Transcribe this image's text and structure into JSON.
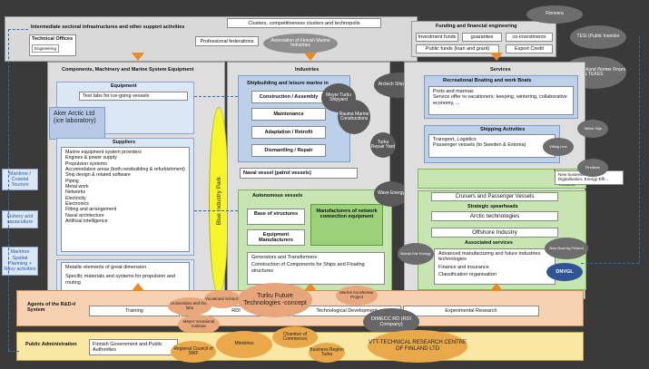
{
  "top": {
    "intermediate": "Intermediate sectoral infrastructures and other support activities",
    "clusters": "Clusters, competitiveness clusters and technopolis",
    "tech_offices": "Technical Offices",
    "engineering": "Engineering",
    "prof_fed": "Professional federations",
    "assoc_finnish": "Association of Finnish Marine Industries"
  },
  "funding": {
    "title": "Funding and financial engineering",
    "investment": "Investment funds",
    "guarantee": "guarantee",
    "coinvest": "co-investments",
    "public": "Public funds  (loan and grant)",
    "export": "Export Credit",
    "finnvera": "Finnvera",
    "tesi": "TESI (Public Investor",
    "business_fin": "Business Finland /former Finpro & TEKES"
  },
  "components": {
    "title": "Components, Machinery and Marine System Equipment",
    "equipment": "Equipment",
    "test_labs": "Test labs for ice-going vessels",
    "aker": "Aker Arctic Ltd (ice laboratory)",
    "suppliers": "Suppliers",
    "supplier_items": [
      "Marine equipment system providers",
      "Engines & power supply",
      "Propulsion systems",
      "Accomodation areas (both newbuilding & refurbishment)",
      "Ship design & related software",
      "Piping",
      "Metal work",
      "Networks",
      "Electricity",
      "Electronics",
      "Fitting and arrangement",
      "Naval architecture",
      "Artificial intelligence"
    ],
    "metallic": "Metallic elements of great dimension",
    "specific": "Specific materials and systems for propulsion and routing"
  },
  "industries": {
    "title": "Industries",
    "shipbuilding": "Shipbuilding and leisure marine in",
    "construction": "Construction / Assembly",
    "maintenance": "Maintenance",
    "adaptation": "Adaptation / Retrofit",
    "dismantling": "Dismantling / Repair",
    "naval": "Naval vessel (patrol vessels)",
    "autonomous": "Autonomous vessels",
    "base": "Base of structures",
    "equip_man": "Equipment Manufacturers",
    "manuf_network": "Manufacturers of network connection equipment",
    "generators": "Generators and Transformers",
    "construction_comp": "Construction of Components for Ships and Floating structures"
  },
  "services": {
    "title": "Services",
    "recreational": "Recreational Boating and work Boats",
    "ports": "Ports and marinas",
    "service_offer": "Service offer to vacationers: keeping, wintering, collaborative economy, ...",
    "shipping": "Shipping Activities",
    "transport": "Transport, Logistics",
    "passenger": "Passenger vessels (to Sweden & Estonia)",
    "new_models": "New business models",
    "digitalisation": "Digitalisation, Energy-Effi...",
    "cruisers": "Cruisers and Passenger Vessels",
    "strategic": "Strategic spearheads",
    "arctic": "Arctic technologies",
    "offshore": "Offshore Industry",
    "associated": "Associated services",
    "adv_manuf": "Advanced manufacturing and future industries technologies",
    "finance": "Finance and insurance",
    "classification": "Classification organisation",
    "dnvgl": "DNVGL"
  },
  "ellipses": {
    "meyer_turku": "Meyer Turku Shipyard",
    "arctech": "Arctech Shipbuilding",
    "rauma": "Rauma Marine Constructions",
    "turku_repair": "Turku Repair Yard",
    "wave": "Wave Energy",
    "tallink": "Tallink Silja",
    "viking": "Viking Line",
    "finnlines": "Finnlines",
    "botnia": "Botnia Fair Energy",
    "new_boat": "New Boat Ag Finland"
  },
  "blue_park": "Blue Industry Park",
  "side": {
    "maritime_coastal": "Maritime / Coastal Tourism",
    "fishery": "Fishery and aquaculture",
    "maritime_spatial": "Maritime Spatial Planning + Navy activities"
  },
  "rdi": {
    "agents": "Agents of the R&D+I System",
    "training": "Training",
    "rdi": "RDI",
    "tech_dev": "Technological Development",
    "experimental": "Experimental Research",
    "universities": "Universities and their labs",
    "vocational": "Vocational Schools",
    "meyer_voc": "Meyer Vocational Institute",
    "turku_future": "Turku Future Technologies -concept",
    "marine_acc": "Marine Accelerator Project",
    "dimecc": "DIMECC RD (RDI Company)"
  },
  "public": {
    "title": "Public Administration",
    "gov": "Finnish Government and Public Authorities",
    "regional": "Regional Council of SWF",
    "ministries": "Ministries",
    "chamber": "Chamber of Commerces",
    "business_region": "Business Region Turku",
    "vtt": "VTT-TECHNICAL RESEARCH CENTRE OF FINLAND LTD"
  }
}
